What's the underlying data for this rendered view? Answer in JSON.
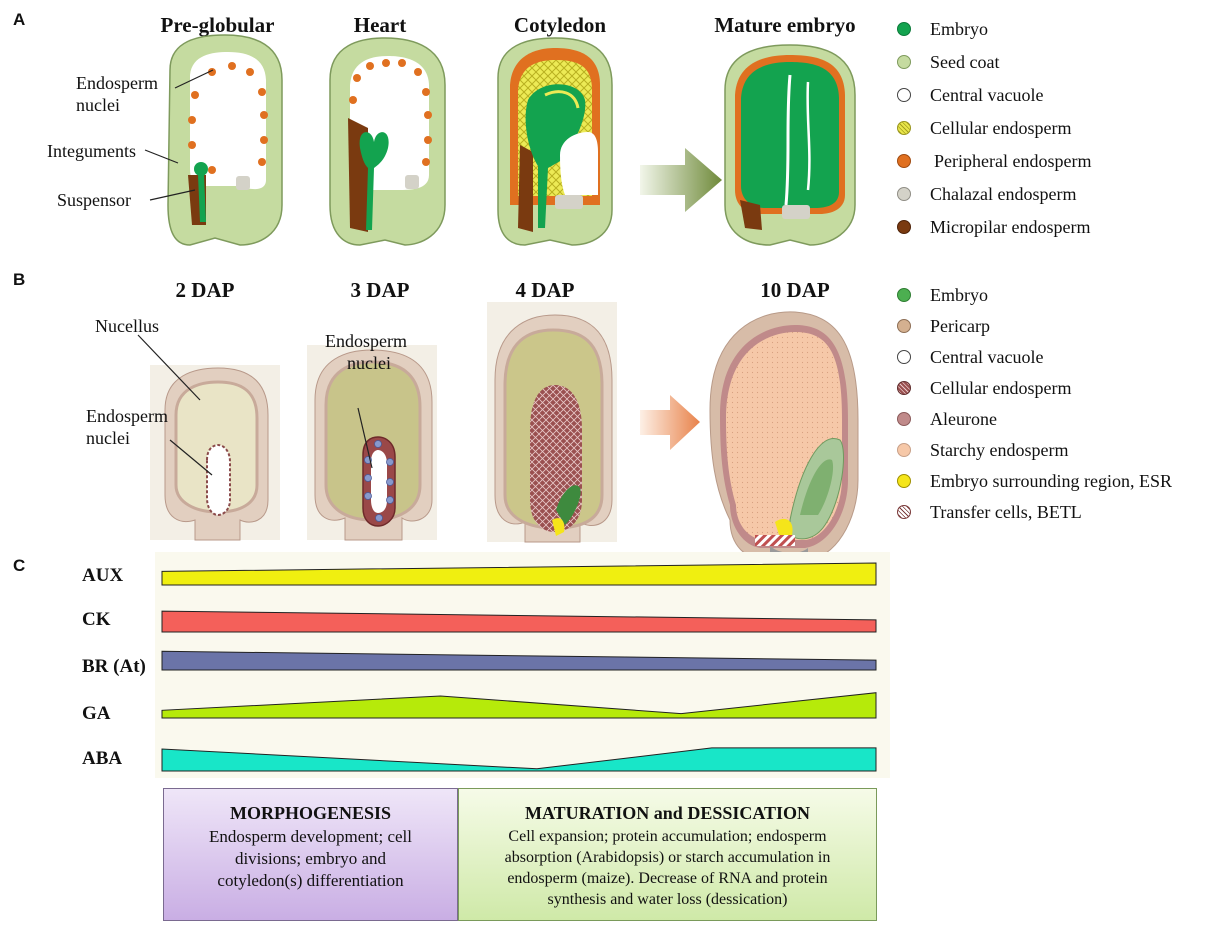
{
  "panels": {
    "a": {
      "letter": "A",
      "stages": [
        "Pre-globular",
        "Heart",
        "Cotyledon",
        "Mature embryo"
      ],
      "callouts": {
        "endosperm_nuclei": [
          "Endosperm",
          "nuclei"
        ],
        "integuments": "Integuments",
        "suspensor": "Suspensor"
      },
      "legend": [
        {
          "label": "Embryo",
          "color": "#13a34f",
          "border": "#0c7a3a"
        },
        {
          "label": "Seed coat",
          "color": "#c5dba0",
          "border": "#7e9a5c"
        },
        {
          "label": "Central vacuole",
          "color": "#ffffff",
          "border": "#444444"
        },
        {
          "label": "Cellular endosperm",
          "color": "#e9e64a",
          "border": "#9a9620",
          "pattern": "yellow-hatch"
        },
        {
          "label": "Peripheral endosperm",
          "color": "#e07020",
          "border": "#a04a10"
        },
        {
          "label": "Chalazal endosperm",
          "color": "#d4d2c8",
          "border": "#8f8d85"
        },
        {
          "label": "Micropilar endosperm",
          "color": "#7a3a10",
          "border": "#4e2208"
        }
      ]
    },
    "b": {
      "letter": "B",
      "stages": [
        "2 DAP",
        "3 DAP",
        "4 DAP",
        "10 DAP"
      ],
      "callouts": {
        "nucellus": "Nucellus",
        "endosperm_nuclei_2dap": [
          "Endosperm",
          "nuclei"
        ],
        "endosperm_nuclei_3dap": [
          "Endosperm",
          "nuclei"
        ]
      },
      "legend": [
        {
          "label": "Embryo",
          "color": "#4caf50",
          "border": "#2e7d32"
        },
        {
          "label": "Pericarp",
          "color": "#d4b090",
          "border": "#8d6e55"
        },
        {
          "label": "Central vacuole",
          "color": "#ffffff",
          "border": "#444444"
        },
        {
          "label": "Cellular endosperm",
          "color": "#9a5050",
          "border": "#5e2b2b",
          "pattern": "crosshatch"
        },
        {
          "label": "Aleurone",
          "color": "#c08a8a",
          "border": "#8a5a5a"
        },
        {
          "label": "Starchy endosperm",
          "color": "#f6c8a8",
          "border": "#c8a088"
        },
        {
          "label": "Embryo surrounding region, ESR",
          "color": "#f5e51a",
          "border": "#a09000"
        },
        {
          "label": "Transfer cells, BETL",
          "color": "#f0c8c0",
          "border": "#7a3a3a",
          "pattern": "stripes"
        }
      ]
    },
    "c": {
      "letter": "C",
      "hormones": [
        {
          "name": "AUX",
          "color": "#f0ef10",
          "levels": [
            0.62,
            1.0
          ]
        },
        {
          "name": "CK",
          "color": "#f4605a",
          "levels": [
            0.95,
            0.55
          ]
        },
        {
          "name": "BR (At)",
          "color": "#6b74a8",
          "levels": [
            0.85,
            0.45
          ]
        },
        {
          "name": "GA",
          "color": "#b6ea0a",
          "levels": [
            0.35,
            1.0,
            0.2,
            1.15
          ]
        },
        {
          "name": "ABA",
          "color": "#18e6c8",
          "levels": [
            1.0,
            0.1,
            1.05,
            1.05
          ]
        }
      ],
      "phases": [
        {
          "title": "MORPHOGENESIS",
          "lines": [
            "Endosperm development; cell",
            "divisions; embryo  and",
            "cotyledon(s) differentiation"
          ],
          "color": "#c5a8e0"
        },
        {
          "title": "MATURATION and DESSICATION",
          "lines": [
            "Cell expansion; protein accumulation; endosperm",
            "absorption (Arabidopsis) or starch accumulation in",
            "endosperm (maize). Decrease of RNA and protein",
            "synthesis and water loss (dessication)"
          ],
          "color": "#d4f0a8"
        }
      ]
    }
  }
}
